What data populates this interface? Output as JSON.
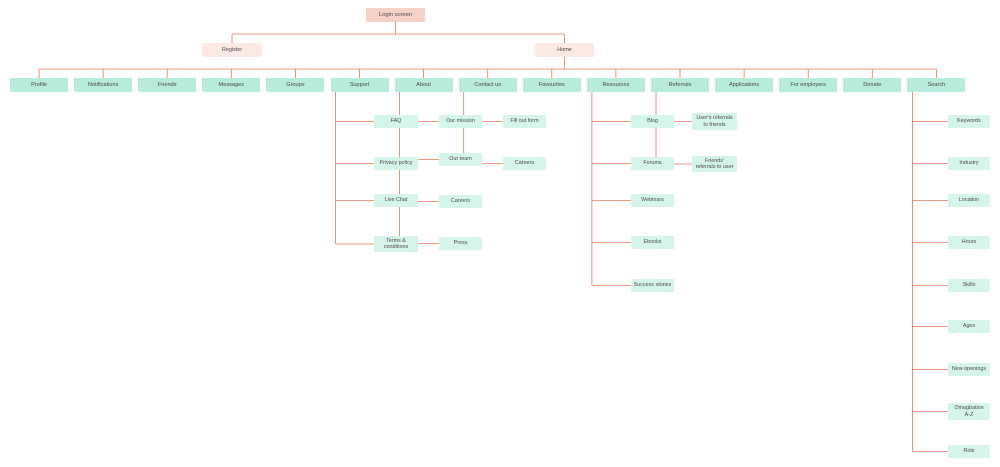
{
  "root": "Login screen",
  "register": "Register",
  "home": "Home",
  "categories": [
    {
      "label": "Profile",
      "children": []
    },
    {
      "label": "Notifications",
      "children": []
    },
    {
      "label": "Friends",
      "children": []
    },
    {
      "label": "Messages",
      "children": []
    },
    {
      "label": "Groups",
      "children": []
    },
    {
      "label": "Support",
      "children": [
        "FAQ",
        "Privacy policy",
        "Live Chat",
        "Terms &\nconditions"
      ]
    },
    {
      "label": "About",
      "children": [
        "Our mission",
        "Our team",
        "Careers",
        "Press"
      ]
    },
    {
      "label": "Contact us",
      "children": [
        "Fill out form",
        "Careers"
      ]
    },
    {
      "label": "Favourites",
      "children": []
    },
    {
      "label": "Resources",
      "children": [
        "Blog",
        "Forums",
        "Webinars",
        "Ebooks",
        "Success stories"
      ]
    },
    {
      "label": "Referrals",
      "children": [
        "User's referrals\nto friends",
        "Friends'\nreferrals to user"
      ]
    },
    {
      "label": "Applications",
      "children": []
    },
    {
      "label": "For employers",
      "children": []
    },
    {
      "label": "Donate",
      "children": []
    },
    {
      "label": "Search",
      "children": [
        "Keywords",
        "Industry",
        "Location",
        "Hours",
        "Skills",
        "Ages",
        "New openings",
        "Omagbation\nA-Z",
        "Role"
      ]
    }
  ],
  "colors": {
    "line": "#e8765a",
    "root": "#f6d3c6",
    "level1": "#fbe9e3",
    "category": "#b7ebdb",
    "child": "#d6f5ea"
  }
}
